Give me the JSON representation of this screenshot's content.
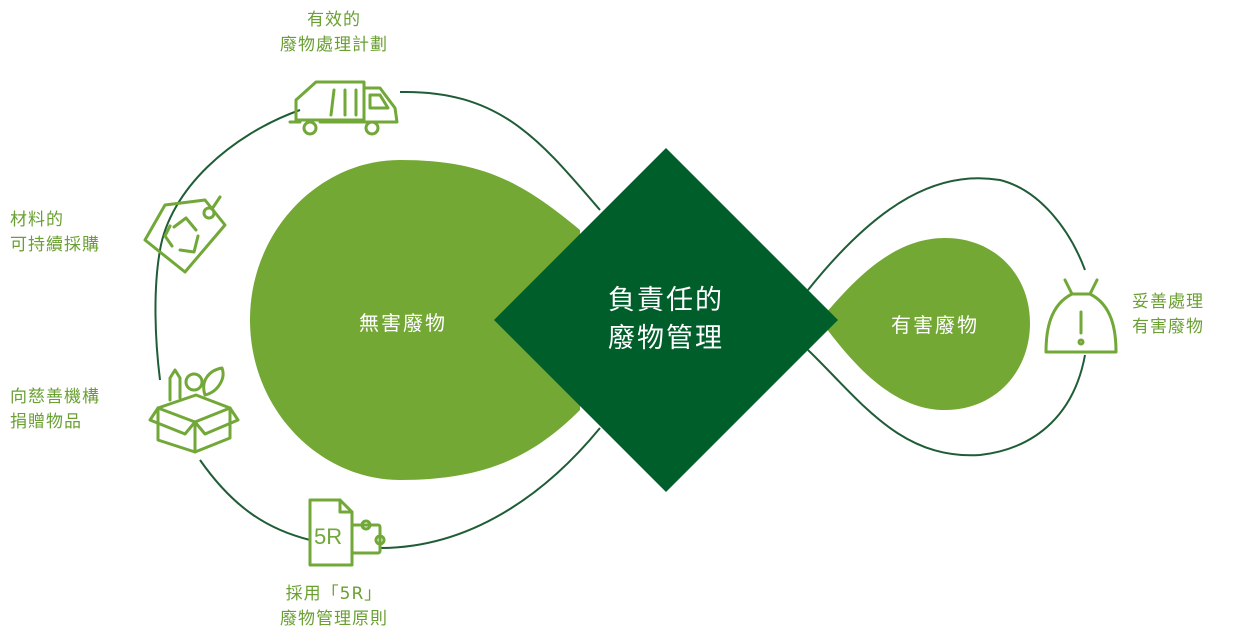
{
  "colors": {
    "light_green": "#74a834",
    "dark_green": "#005e2b",
    "line_green": "#1f5d36",
    "icon_green": "#72a838",
    "text_green": "#6aa032"
  },
  "center": {
    "line1": "負責任的",
    "line2": "廢物管理"
  },
  "left_circle": {
    "label": "無害廢物"
  },
  "right_circle": {
    "label": "有害廢物"
  },
  "items": [
    {
      "key": "waste_plan",
      "icon": "garbage-truck-icon",
      "lines": [
        "有效的",
        "廢物處理計劃"
      ]
    },
    {
      "key": "procurement",
      "icon": "recycle-tag-icon",
      "lines": [
        "材料的",
        "可持續採購"
      ]
    },
    {
      "key": "donation",
      "icon": "donation-box-icon",
      "lines": [
        "向慈善機構",
        "捐贈物品"
      ]
    },
    {
      "key": "five_r",
      "icon": "5r-document-icon",
      "icon_text": "5R",
      "lines": [
        "採用「5R」",
        "廢物管理原則"
      ]
    },
    {
      "key": "hazardous_disposal",
      "icon": "hazard-bag-icon",
      "lines": [
        "妥善處理",
        "有害廢物"
      ]
    }
  ]
}
